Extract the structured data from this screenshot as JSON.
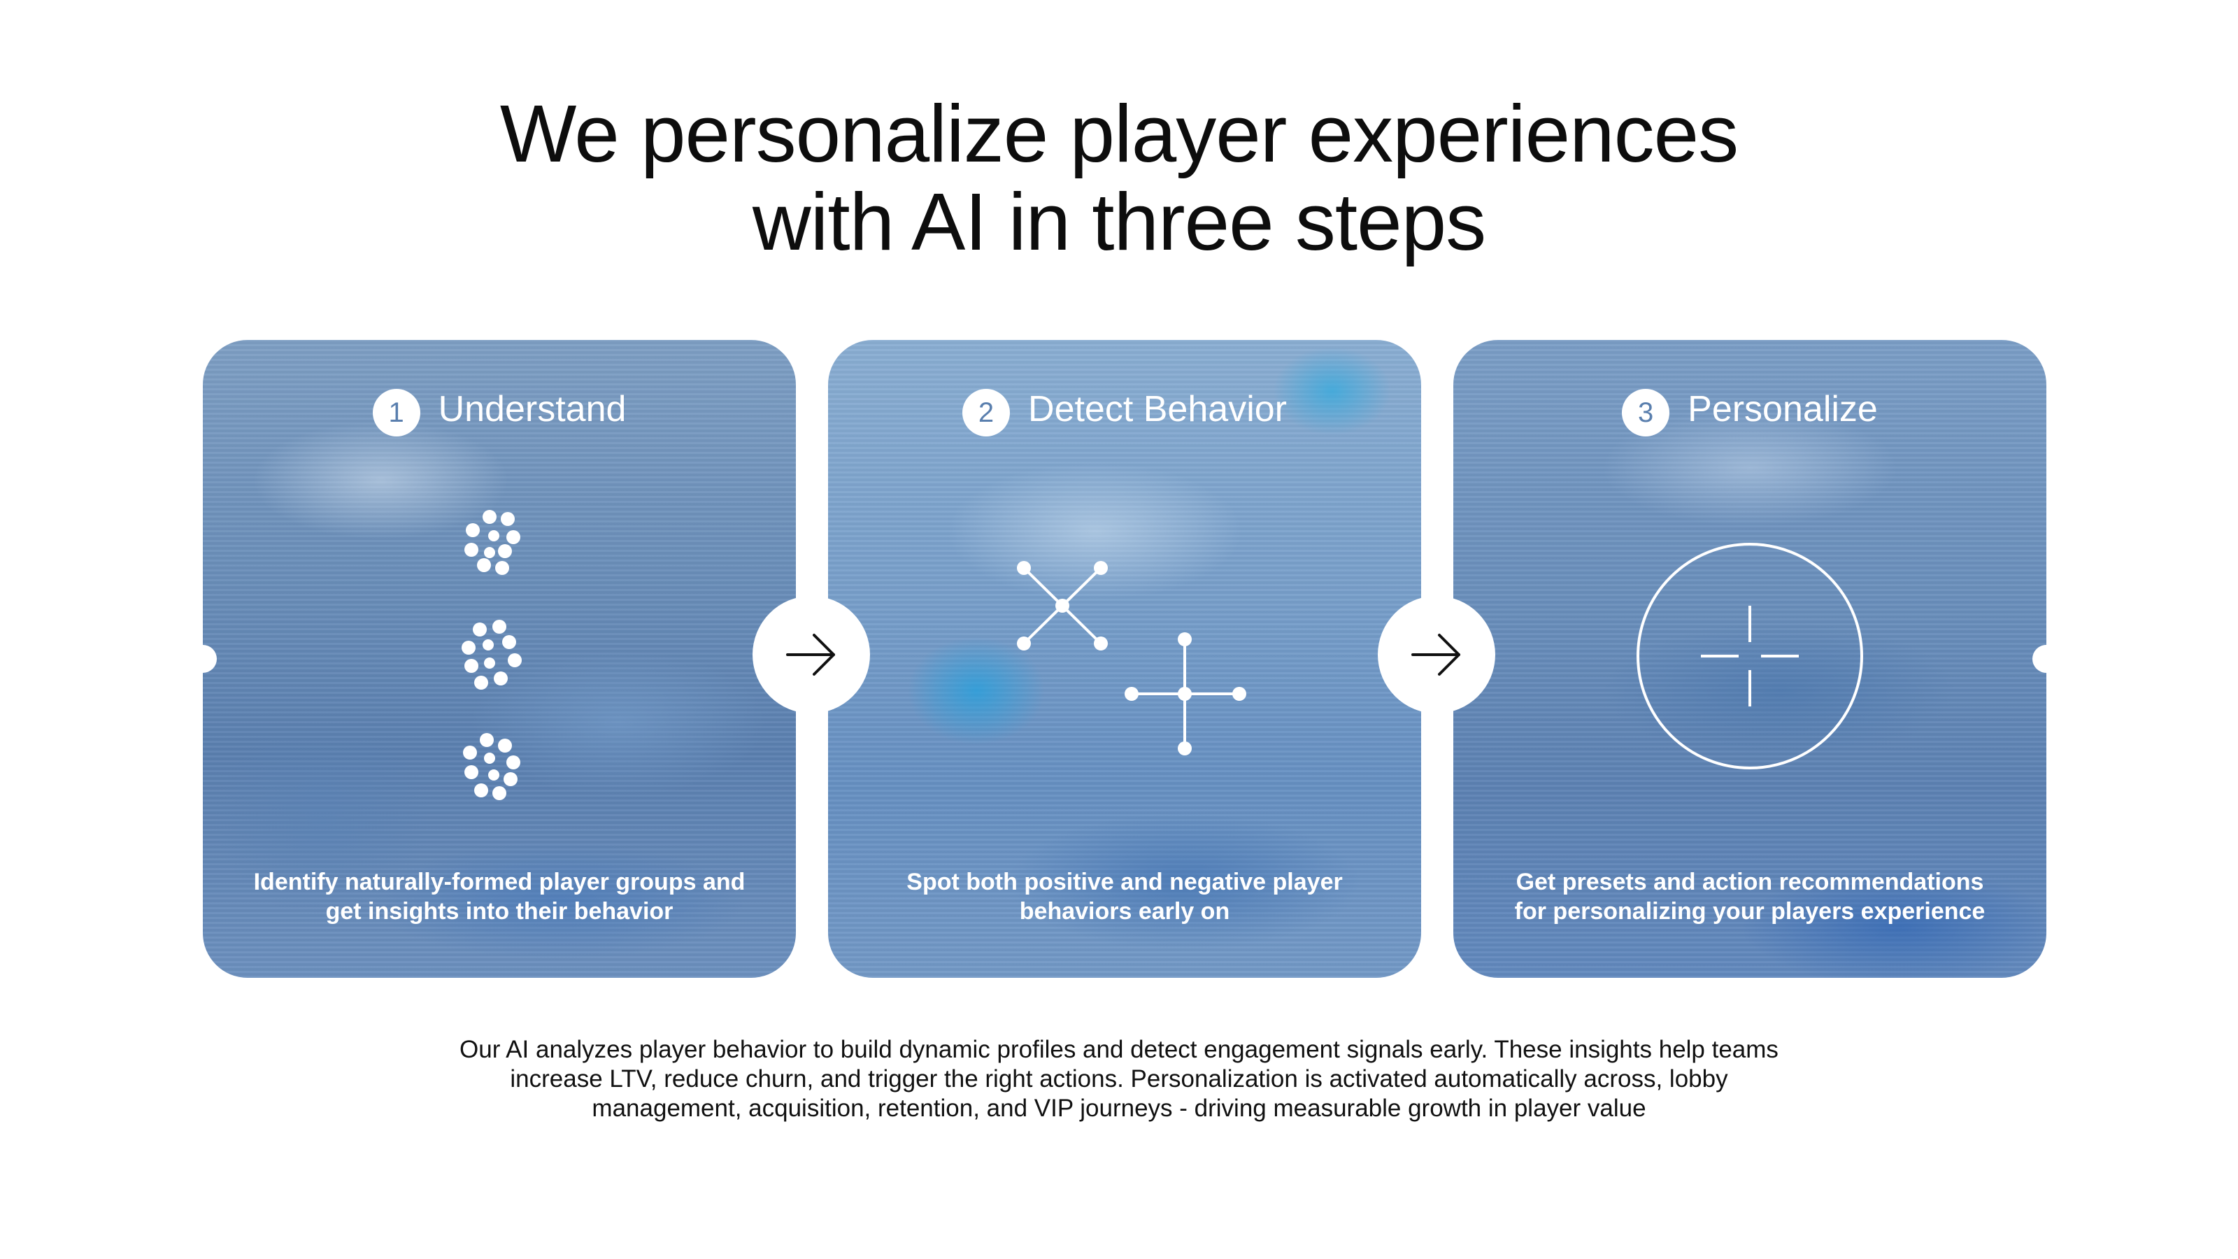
{
  "headline": {
    "line1": "We personalize player experiences",
    "line2": "with AI in three steps"
  },
  "steps": [
    {
      "number": "1",
      "title": "Understand",
      "desc_line1": "Identify naturally-formed player groups and",
      "desc_line2": "get insights into their behavior",
      "icon": "dot-clusters-icon"
    },
    {
      "number": "2",
      "title": "Detect Behavior",
      "desc_line1": "Spot both positive and negative player",
      "desc_line2": "behaviors early on",
      "icon": "node-network-icon"
    },
    {
      "number": "3",
      "title": "Personalize",
      "desc_line1": "Get presets and action recommendations",
      "desc_line2": "for personalizing your players experience",
      "icon": "target-crosshair-icon"
    }
  ],
  "connectors": [
    "arrow-right-icon",
    "arrow-right-icon"
  ],
  "body": {
    "line1": "Our AI analyzes player behavior to build dynamic profiles and detect engagement signals early. These insights help teams",
    "line2": "increase LTV, reduce churn, and trigger the right actions. Personalization is activated automatically across, lobby",
    "line3": "management, acquisition, retention, and VIP journeys - driving measurable growth in player value"
  },
  "colors": {
    "card_blue": "#6b8fba",
    "text_white": "#ffffff",
    "headline": "#0d0d0d"
  }
}
